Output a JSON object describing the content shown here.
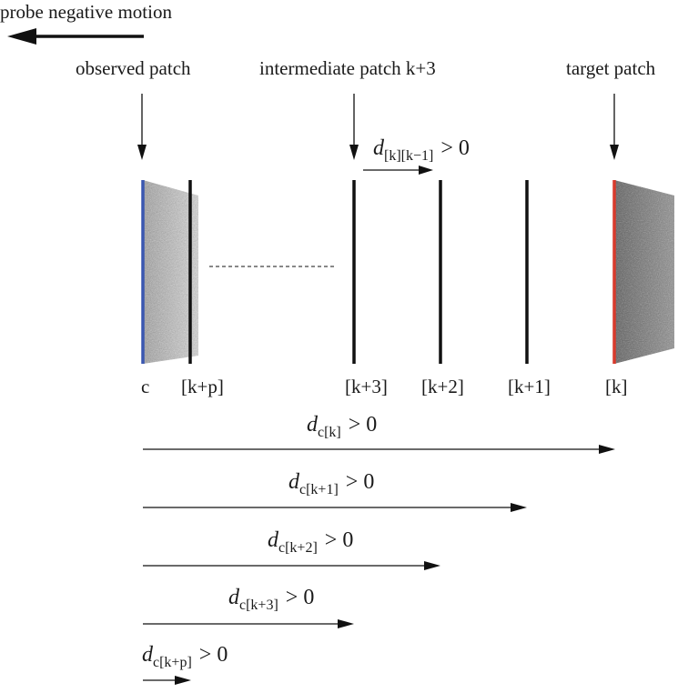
{
  "motion": {
    "label": "probe negative motion"
  },
  "headings": {
    "observed": "observed patch",
    "intermediate": "intermediate patch k+3",
    "target": "target patch"
  },
  "plane_labels": {
    "c": "c",
    "kp": "[k+p]",
    "k3": "[k+3]",
    "k2": "[k+2]",
    "k1": "[k+1]",
    "k": "[k]"
  },
  "displacements": {
    "top": {
      "d": "d",
      "sub": "[k][k−1]",
      "rel": "> 0"
    },
    "c_k": {
      "d": "d",
      "sub": "c[k]",
      "rel": "> 0"
    },
    "c_k1": {
      "d": "d",
      "sub": "c[k+1]",
      "rel": "> 0"
    },
    "c_k2": {
      "d": "d",
      "sub": "c[k+2]",
      "rel": "> 0"
    },
    "c_k3": {
      "d": "d",
      "sub": "c[k+3]",
      "rel": "> 0"
    },
    "c_kp": {
      "d": "d",
      "sub": "c[k+p]",
      "rel": "> 0"
    }
  },
  "colors": {
    "observed_edge": "#3a57b0",
    "target_edge": "#d83a2c",
    "line": "#111111"
  }
}
